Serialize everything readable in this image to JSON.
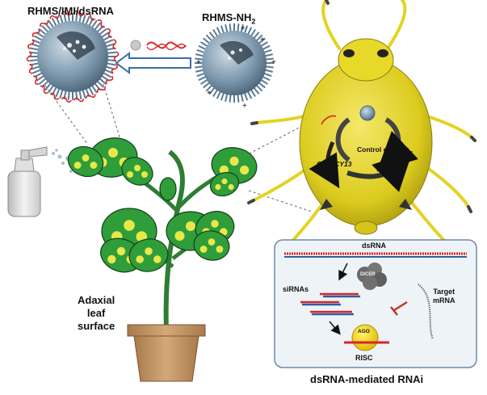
{
  "labels": {
    "rhms_loaded": "RHMS/IMI/dsRNA",
    "rhms_nh2": "RHMS-NH",
    "rhms_nh2_sub": "2",
    "leaf_surface": [
      "Adaxial",
      "leaf",
      "surface"
    ],
    "gene": "CYP6CY13",
    "control": "Control efficacy",
    "ds_rna": "dsRNA",
    "dicer": "DICER",
    "sirnas": "siRNAs",
    "target": [
      "Target",
      "mRNA"
    ],
    "ago": "AGO",
    "risc": "RISC",
    "rnai_title": "dsRNA-mediated RNAi"
  },
  "colors": {
    "leaf": "#2f9d3a",
    "leaf_spot": "#e8e84a",
    "aphid_body": "#e3d321",
    "particle": "#6f8ea6",
    "dsrna": "#d8262a",
    "panel_bg": "#eef3f7",
    "pot": "#c49a6c"
  }
}
